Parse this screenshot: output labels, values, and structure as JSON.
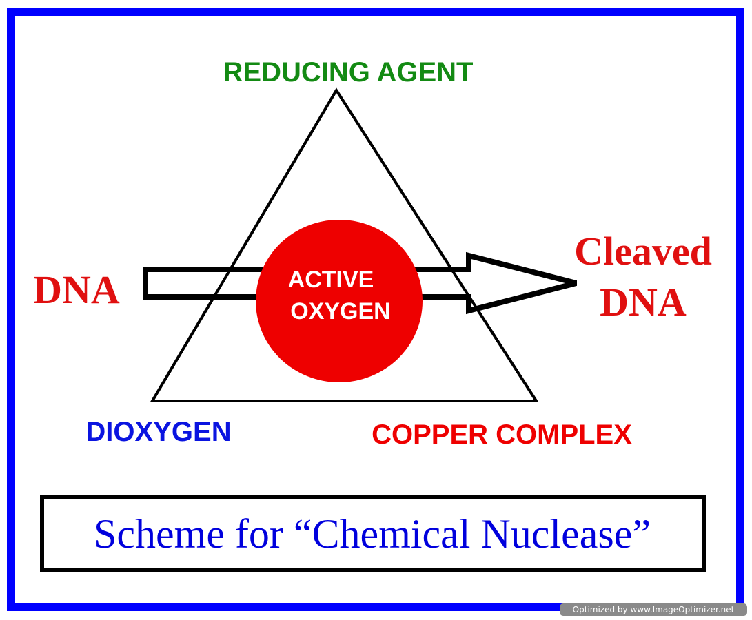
{
  "diagram": {
    "vertices": {
      "top": "REDUCING AGENT",
      "bottom_left": "DIOXYGEN",
      "bottom_right": "COPPER COMPLEX"
    },
    "center": {
      "line1": "ACTIVE",
      "line2": "OXYGEN"
    },
    "input": "DNA",
    "output": {
      "line1": "Cleaved",
      "line2": "DNA"
    },
    "caption": "Scheme for “Chemical Nuclease”"
  },
  "colors": {
    "frame": "#0000ff",
    "reducing_agent": "#138a13",
    "dioxygen": "#0a14e0",
    "copper_complex": "#ee0000",
    "dna": "#e01010",
    "active_oxygen_fill": "#ee0000",
    "caption": "#0000dd"
  },
  "watermark": "Optimized by www.ImageOptimizer.net"
}
